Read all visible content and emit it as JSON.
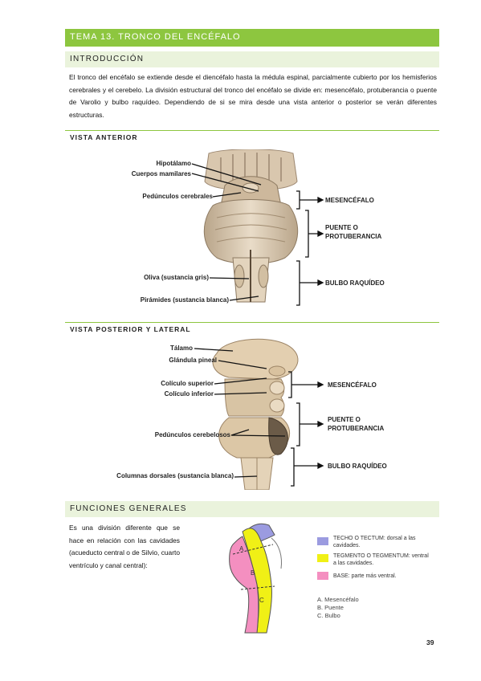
{
  "title": "TEMA 13. TRONCO DEL ENCÉFALO",
  "intro": {
    "heading": "INTRODUCCIÓN",
    "text": "El tronco del encéfalo se extiende desde el diencéfalo hasta la médula espinal, parcialmente cubierto por los hemisferios cerebrales y el cerebelo. La división estructural del tronco del encéfalo se divide en: mesencéfalo, protuberancia o puente de Varolio y bulbo raquídeo. Dependiendo de si se mira desde una vista anterior o posterior se verán diferentes estructuras."
  },
  "anterior": {
    "heading": "VISTA ANTERIOR",
    "labels": {
      "hipotalamo": "Hipotálamo",
      "mamilares": "Cuerpos mamilares",
      "pedunculos": "Pedúnculos cerebrales",
      "oliva": "Oliva (sustancia gris)",
      "piramides": "Pirámides (sustancia blanca)",
      "mesencefalo": "MESENCÉFALO",
      "puente_1": "PUENTE O",
      "puente_2": "PROTUBERANCIA",
      "bulbo": "BULBO RAQUÍDEO"
    }
  },
  "posterior": {
    "heading": "VISTA POSTERIOR Y LATERAL",
    "labels": {
      "talamo": "Tálamo",
      "pineal": "Glándula pineal",
      "col_sup": "Colículo superior",
      "col_inf": "Colículo inferior",
      "ped_cereb": "Pedúnculos cerebelosos",
      "columnas": "Columnas dorsales (sustancia blanca)",
      "mesencefalo": "MESENCÉFALO",
      "puente_1": "PUENTE O",
      "puente_2": "PROTUBERANCIA",
      "bulbo": "BULBO RAQUÍDEO"
    }
  },
  "funciones": {
    "heading": "FUNCIONES GENERALES",
    "text": "Es una división diferente que se hace en relación con las cavidades (acueducto central o de Silvio, cuarto ventrículo y canal central):",
    "legend": [
      {
        "color": "#9b9be0",
        "line1": "TECHO O TECTUM: dorsal a las",
        "line2": "cavidades."
      },
      {
        "color": "#f0f016",
        "line1": "TEGMENTO O TEGMENTUM: ventral",
        "line2": "a las cavidades."
      },
      {
        "color": "#f48fc0",
        "line1": "BASE: parte más ventral.",
        "line2": ""
      }
    ],
    "letters": {
      "a": "A",
      "b": "B",
      "c": "C"
    },
    "parts": [
      "A. Mesencéfalo",
      "B. Puente",
      "C. Bulbo"
    ]
  },
  "page_number": "39"
}
